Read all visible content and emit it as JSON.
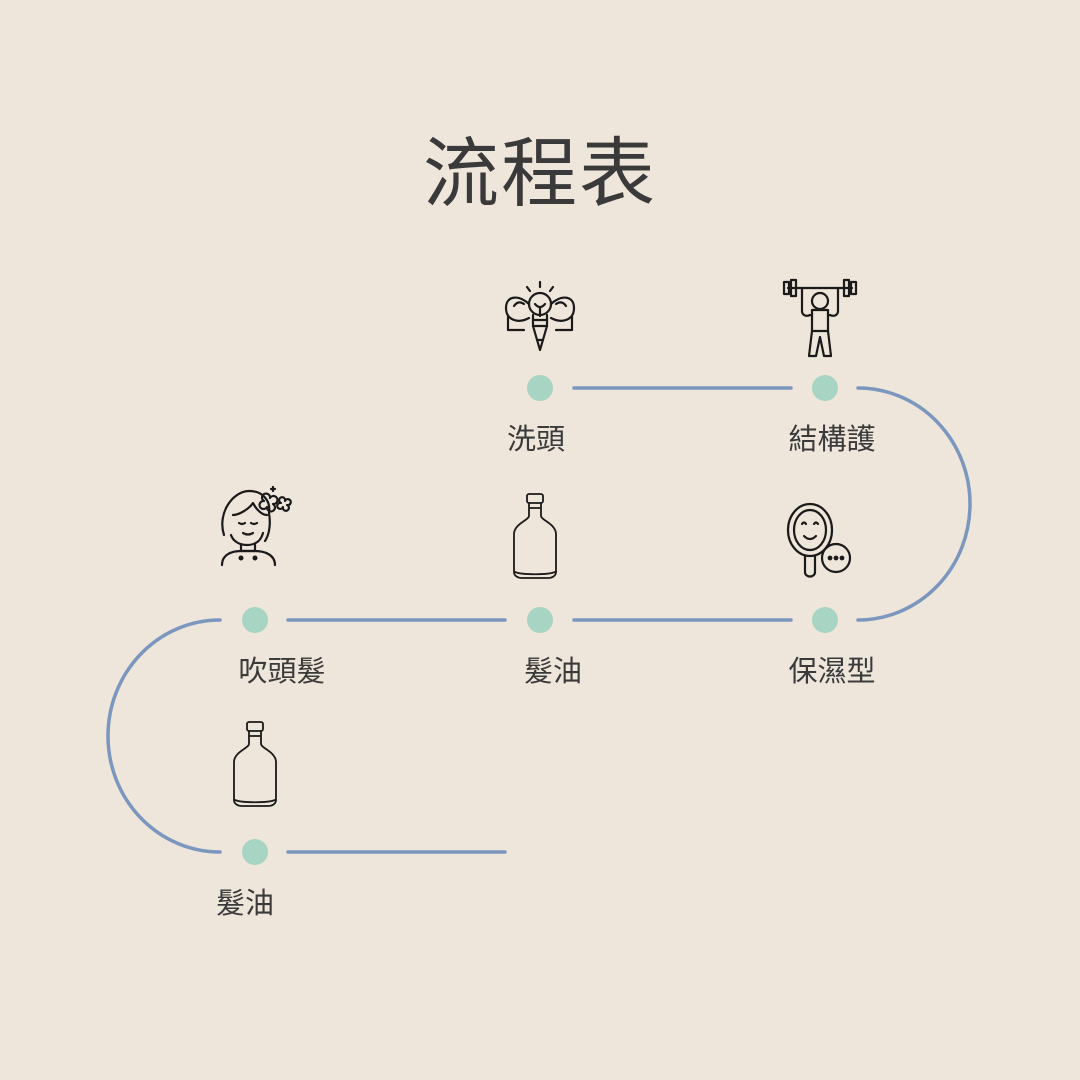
{
  "title": "流程表",
  "colors": {
    "background": "#EEE5DB",
    "connector": "#7B97BE",
    "node": "#A8D5C3",
    "text": "#3A3A3A",
    "icon_stroke": "#1A1A1A"
  },
  "steps": [
    {
      "label": "洗頭",
      "icon": "strong-lightbulb-pencil-icon"
    },
    {
      "label": "結構護",
      "icon": "weightlifter-icon"
    },
    {
      "label": "保濕型",
      "icon": "hand-mirror-icon"
    },
    {
      "label": "髮油",
      "icon": "oil-bottle-icon"
    },
    {
      "label": "吹頭髮",
      "icon": "woman-fresh-hair-icon"
    },
    {
      "label": "髮油",
      "icon": "oil-bottle-icon"
    }
  ]
}
